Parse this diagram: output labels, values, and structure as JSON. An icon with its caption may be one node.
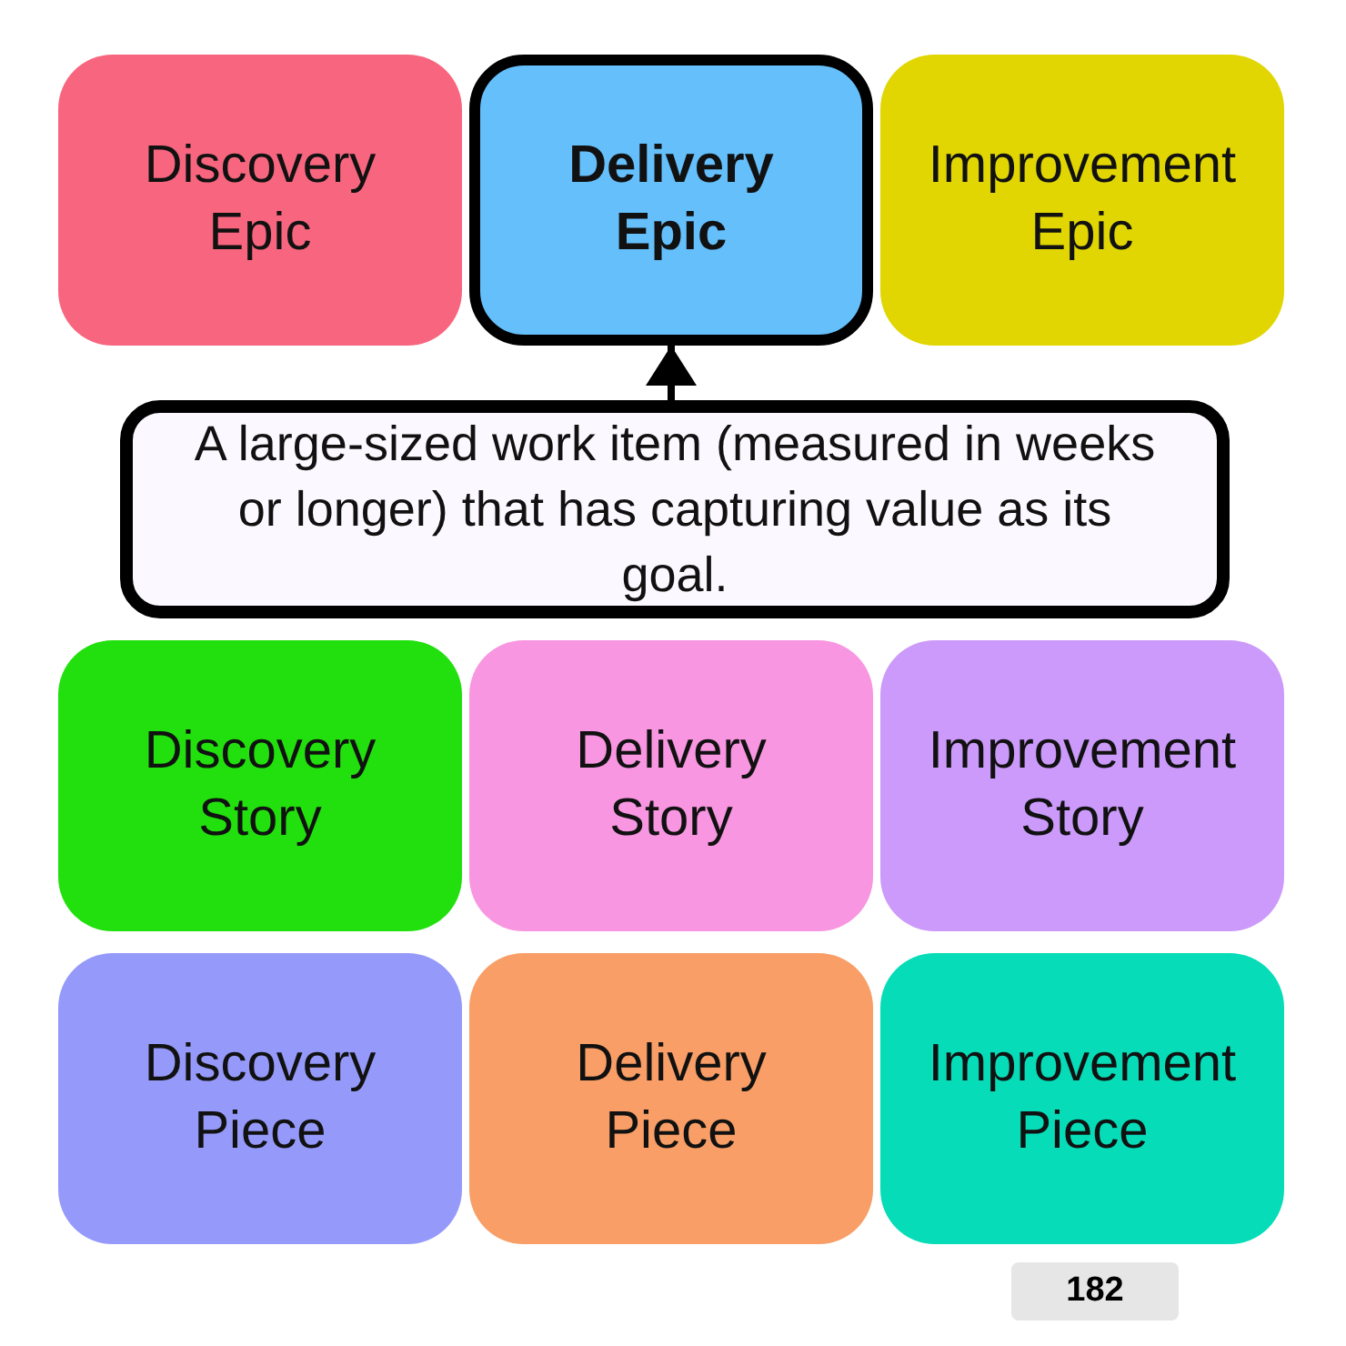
{
  "diagram": {
    "nodes": [
      {
        "text": [
          "Discovery Epic"
        ]
      },
      {
        "text": [
          "Delivery Epic"
        ]
      },
      {
        "text": [
          "Improvement Epic"
        ]
      },
      {
        "text": [
          "Discovery Story"
        ]
      },
      {
        "text": [
          "Delivery Story"
        ]
      },
      {
        "text": [
          "Improvement Story"
        ]
      },
      {
        "text": [
          "Discovery Piece"
        ]
      },
      {
        "text": [
          "Delivery Piece"
        ]
      },
      {
        "text": [
          "Improvement Piece"
        ]
      },
      {
        "text": [
          "A large-sized work item (measured in weeks or longer) that has capturing value as its goal."
        ]
      }
    ],
    "edges": [
      {
        "from": 9,
        "to": 1,
        "arrow": "to"
      }
    ],
    "labels": [
      "182"
    ]
  }
}
